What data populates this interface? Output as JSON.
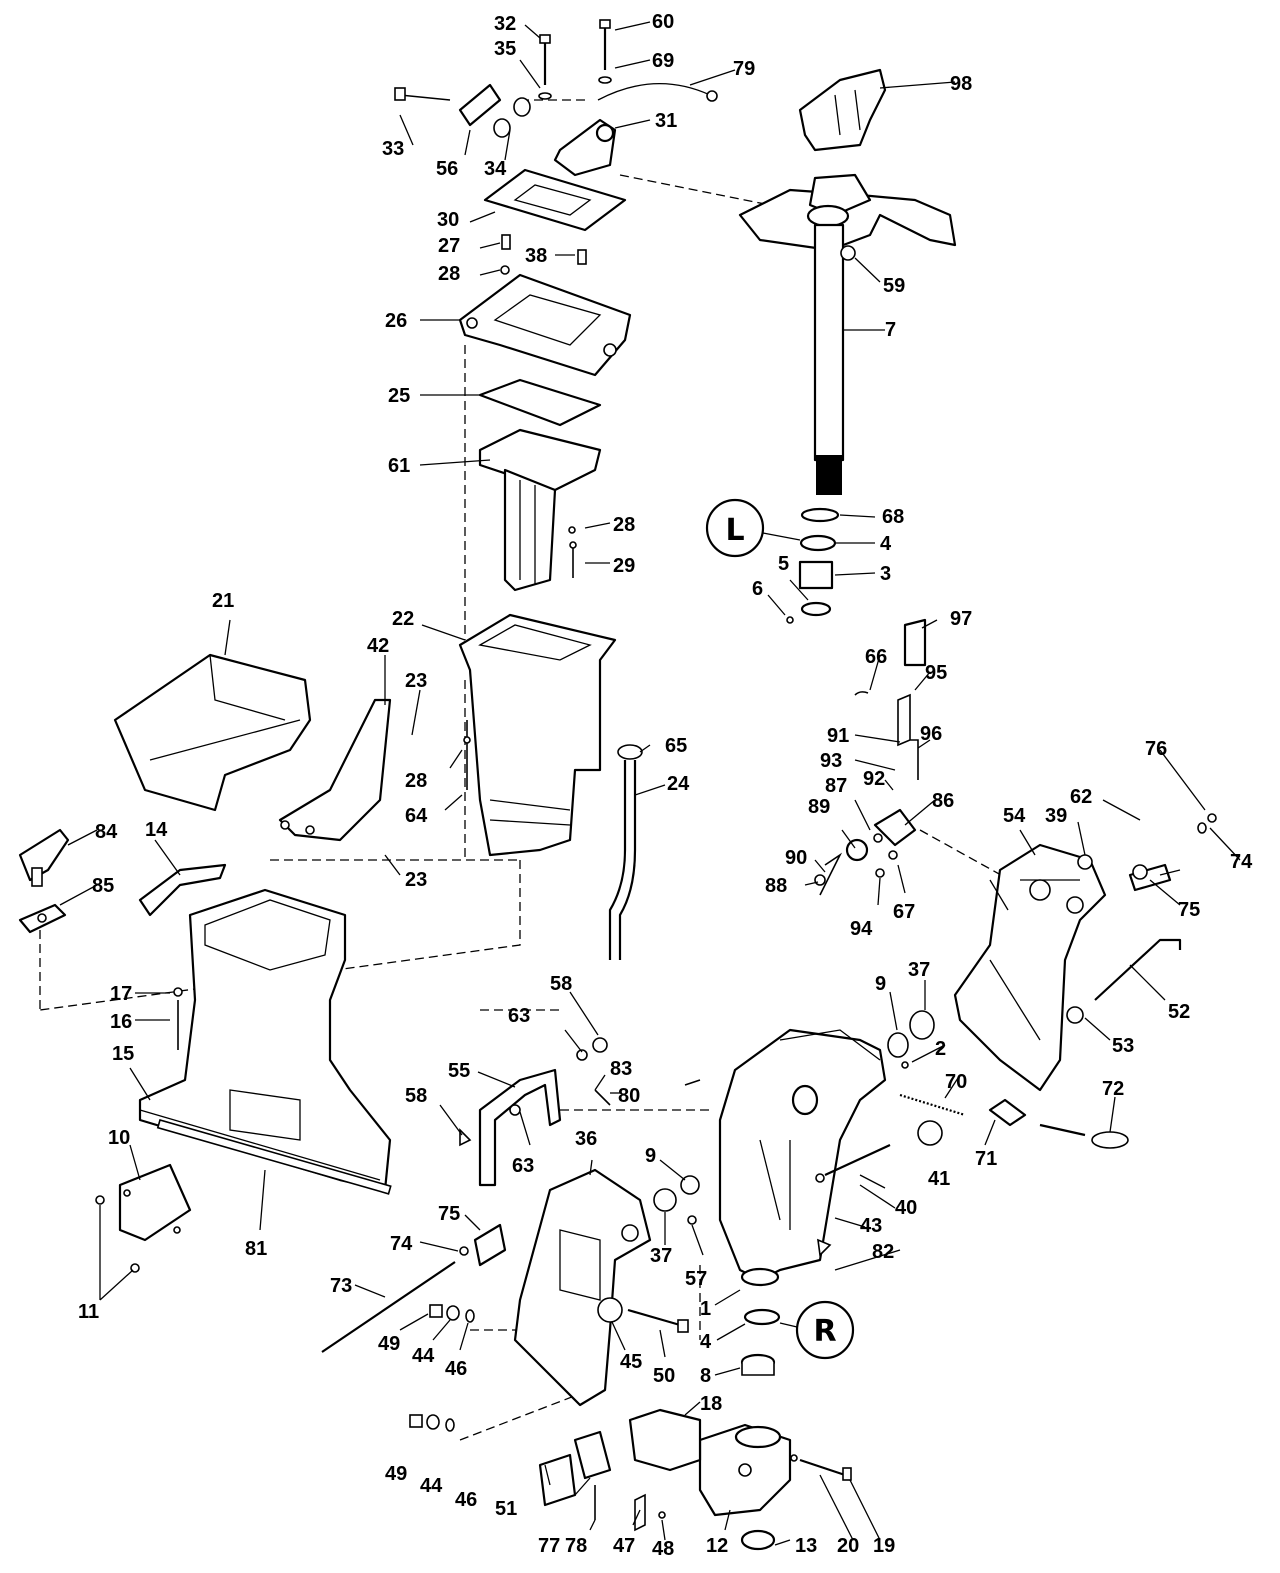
{
  "callouts": [
    "1",
    "2",
    "3",
    "4",
    "4",
    "5",
    "6",
    "7",
    "8",
    "9",
    "9",
    "10",
    "11",
    "12",
    "13",
    "14",
    "15",
    "16",
    "17",
    "18",
    "19",
    "20",
    "21",
    "22",
    "23",
    "23",
    "24",
    "25",
    "26",
    "27",
    "28",
    "28",
    "28",
    "29",
    "30",
    "31",
    "32",
    "33",
    "34",
    "35",
    "36",
    "37",
    "37",
    "38",
    "39",
    "40",
    "41",
    "42",
    "43",
    "44",
    "44",
    "45",
    "46",
    "46",
    "47",
    "48",
    "49",
    "49",
    "50",
    "51",
    "52",
    "53",
    "54",
    "55",
    "56",
    "57",
    "58",
    "58",
    "59",
    "60",
    "61",
    "62",
    "63",
    "63",
    "64",
    "65",
    "66",
    "67",
    "68",
    "69",
    "70",
    "71",
    "72",
    "73",
    "74",
    "74",
    "75",
    "75",
    "76",
    "77",
    "78",
    "79",
    "80",
    "81",
    "82",
    "83",
    "84",
    "85",
    "86",
    "87",
    "88",
    "89",
    "90",
    "91",
    "92",
    "93",
    "94",
    "95",
    "96",
    "97",
    "98"
  ],
  "symbols": {
    "upper_lube_glyph": "L",
    "lower_lube_glyph": "R"
  },
  "colors": {
    "ink": "#000000",
    "paper": "#ffffff"
  }
}
